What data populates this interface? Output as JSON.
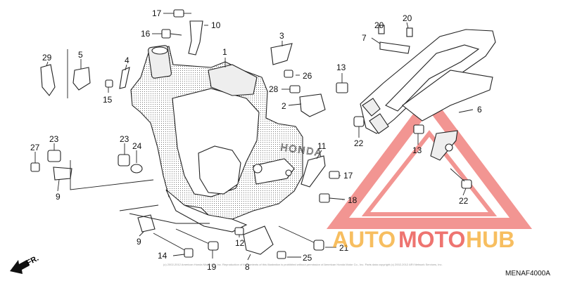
{
  "diagram": {
    "code": "MENAF4000A",
    "front_label": "FR.",
    "copyright": "(c) 2002-2012 American Honda Motor Co., Inc. Reproduction of the contents of this illustration is prohibited without permission of American Honda Motor Co., Inc. Parts data copyright (c) 2002-2012 ARI Network Services, Inc.",
    "frame_mark": "HONDA",
    "callouts": [
      {
        "id": "c1",
        "label": "1"
      },
      {
        "id": "c2",
        "label": "2"
      },
      {
        "id": "c3",
        "label": "3"
      },
      {
        "id": "c4",
        "label": "4"
      },
      {
        "id": "c5",
        "label": "5"
      },
      {
        "id": "c6",
        "label": "6"
      },
      {
        "id": "c7",
        "label": "7"
      },
      {
        "id": "c8",
        "label": "8"
      },
      {
        "id": "c9a",
        "label": "9"
      },
      {
        "id": "c9b",
        "label": "9"
      },
      {
        "id": "c10",
        "label": "10"
      },
      {
        "id": "c11",
        "label": "11"
      },
      {
        "id": "c12",
        "label": "12"
      },
      {
        "id": "c13a",
        "label": "13"
      },
      {
        "id": "c13b",
        "label": "13"
      },
      {
        "id": "c14",
        "label": "14"
      },
      {
        "id": "c15",
        "label": "15"
      },
      {
        "id": "c16",
        "label": "16"
      },
      {
        "id": "c17a",
        "label": "17"
      },
      {
        "id": "c17b",
        "label": "17"
      },
      {
        "id": "c18",
        "label": "18"
      },
      {
        "id": "c19",
        "label": "19"
      },
      {
        "id": "c20a",
        "label": "20"
      },
      {
        "id": "c20b",
        "label": "20"
      },
      {
        "id": "c21",
        "label": "21"
      },
      {
        "id": "c22a",
        "label": "22"
      },
      {
        "id": "c22b",
        "label": "22"
      },
      {
        "id": "c23a",
        "label": "23"
      },
      {
        "id": "c23b",
        "label": "23"
      },
      {
        "id": "c24",
        "label": "24"
      },
      {
        "id": "c25",
        "label": "25"
      },
      {
        "id": "c26",
        "label": "26"
      },
      {
        "id": "c27",
        "label": "27"
      },
      {
        "id": "c28",
        "label": "28"
      },
      {
        "id": "c29",
        "label": "29"
      }
    ]
  },
  "watermark": {
    "part1": "AUTO",
    "part2": "MOTO",
    "part3": "HUB",
    "color_orange": "#f5a623",
    "color_red": "#e8403a"
  }
}
